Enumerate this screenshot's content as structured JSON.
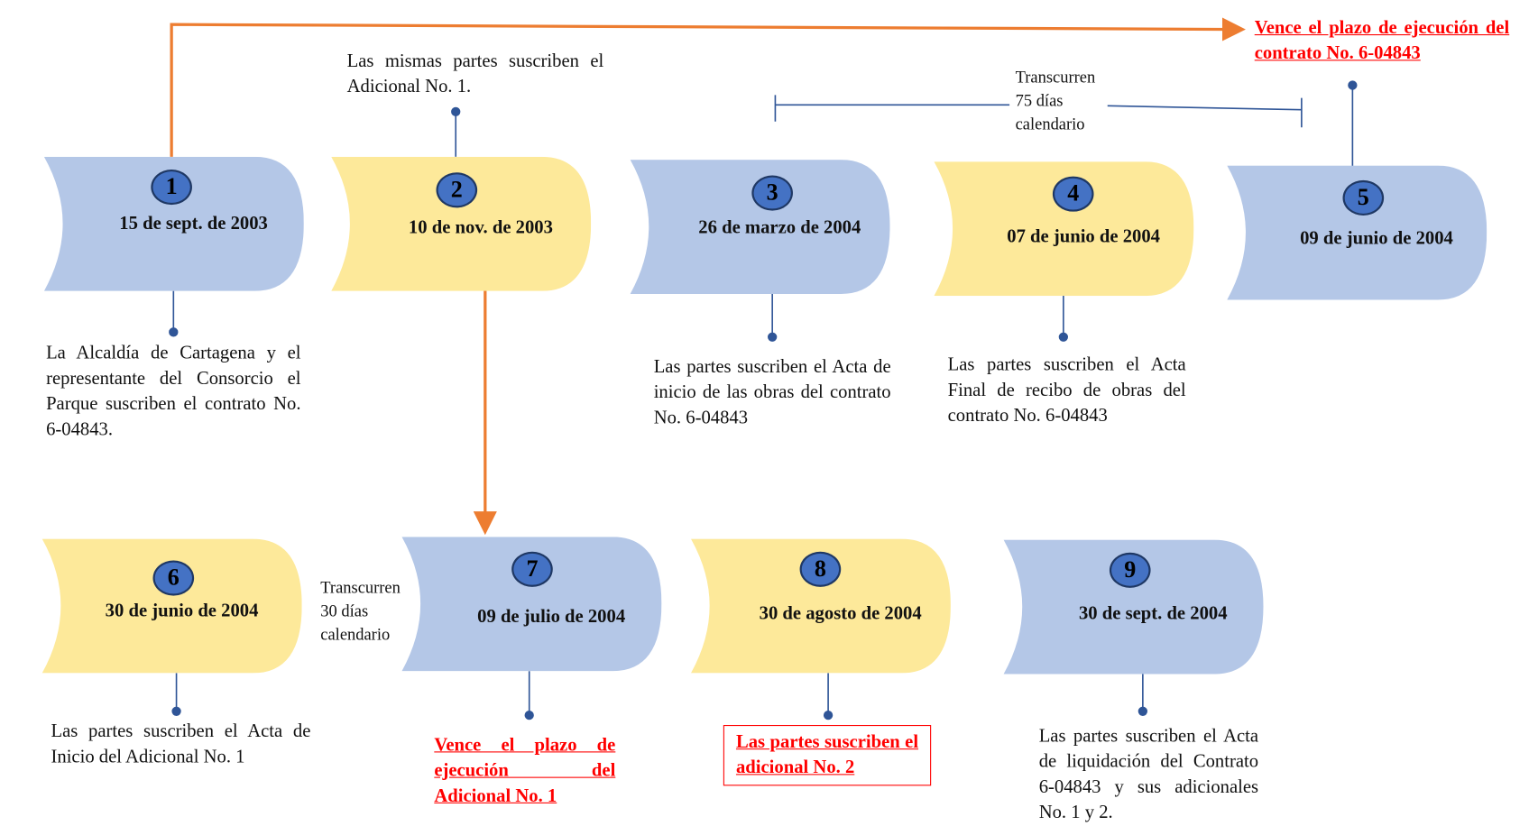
{
  "colors": {
    "blue": "#b4c7e7",
    "yellow": "#fde99a",
    "circle": "#4472c4",
    "line": "#2f5597",
    "arrow": "#ed7d31",
    "red": "#ff0000"
  },
  "events": [
    {
      "num": "1",
      "date": "15 de sept. de 2003",
      "text": "La Alcaldía de Cartagena y el representante del Consorcio el Parque suscriben el contrato No. 6-04843."
    },
    {
      "num": "2",
      "date": "10 de nov. de 2003",
      "text": "Las mismas partes suscriben el Adicional No. 1."
    },
    {
      "num": "3",
      "date": "26 de marzo de 2004",
      "text": "Las partes suscriben el Acta de inicio de las obras del contrato No. 6-04843"
    },
    {
      "num": "4",
      "date": "07 de junio de 2004",
      "text": "Las partes suscriben el Acta Final de recibo de obras del contrato No. 6-04843"
    },
    {
      "num": "5",
      "date": "09 de junio de 2004",
      "text": "Vence el plazo de ejecución del contrato No. 6-04843"
    },
    {
      "num": "6",
      "date": "30 de junio de 2004",
      "text": "Las partes suscriben el Acta de Inicio del Adicional No. 1"
    },
    {
      "num": "7",
      "date": "09 de julio de 2004",
      "text": "Vence el plazo de ejecución del Adicional No. 1"
    },
    {
      "num": "8",
      "date": "30 de agosto de 2004",
      "text": "Las partes suscriben el adicional No. 2"
    },
    {
      "num": "9",
      "date": "30 de sept. de 2004",
      "text": "Las partes suscriben el Acta de liquidación del Contrato 6-04843 y sus adicionales No. 1 y 2."
    }
  ],
  "spans": {
    "top": "Transcurren 75 días calendario",
    "bottom": "Transcurren 30 días calendario"
  }
}
